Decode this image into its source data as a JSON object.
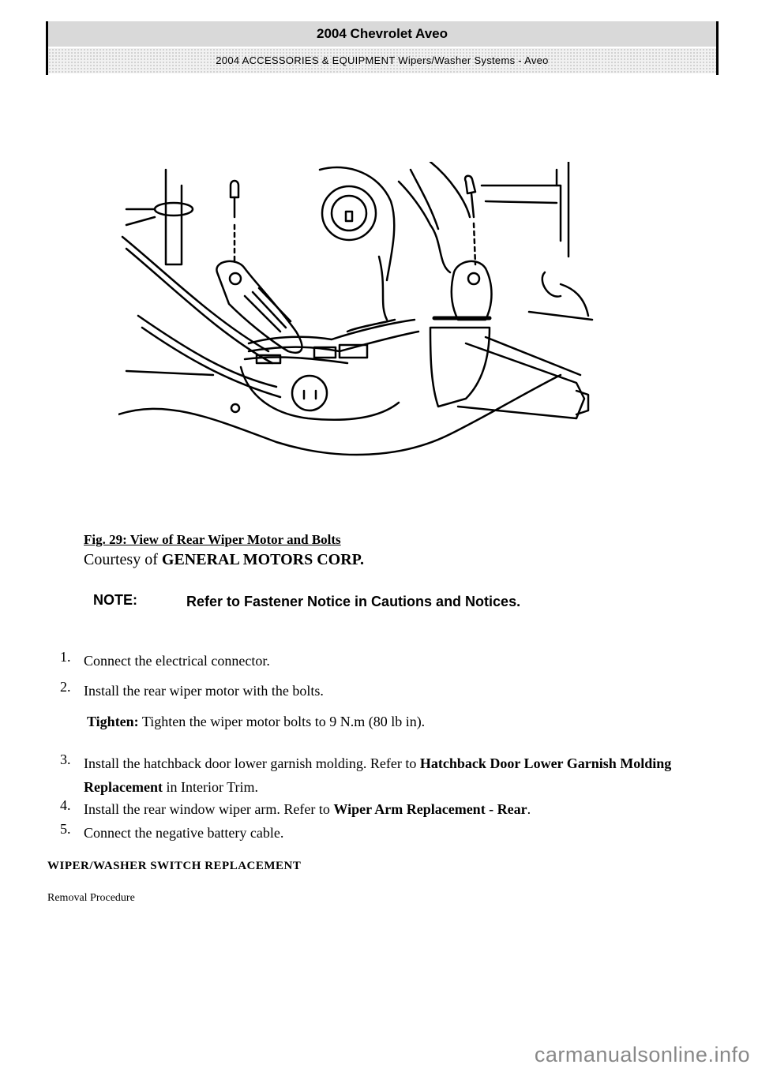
{
  "header": {
    "title": "2004 Chevrolet Aveo",
    "subtitle": "2004 ACCESSORIES & EQUIPMENT Wipers/Washer Systems - Aveo"
  },
  "figure": {
    "caption": "Fig. 29: View of Rear Wiper Motor and Bolts",
    "courtesy_prefix": "Courtesy of ",
    "courtesy_source": "GENERAL MOTORS CORP."
  },
  "note": {
    "label": "NOTE:",
    "text": "Refer to Fastener Notice in Cautions and Notices."
  },
  "steps": [
    {
      "num": "1.",
      "text": "Connect the electrical connector."
    },
    {
      "num": "2.",
      "text": "Install the rear wiper motor with the bolts."
    },
    {
      "num": "3.",
      "pre": "Install the hatchback door lower garnish molding. Refer to ",
      "link": "Hatchback Door Lower Garnish Molding Replacement",
      "post": " in Interior Trim."
    },
    {
      "num": "4.",
      "pre": "Install the rear window wiper arm. Refer to ",
      "link": "Wiper Arm Replacement - Rear",
      "post": "."
    },
    {
      "num": "5.",
      "text": "Connect the negative battery cable."
    }
  ],
  "tighten": {
    "label": "Tighten:",
    "text": " Tighten the wiper motor bolts to 9 N.m (80 lb in)."
  },
  "section_title": "WIPER/WASHER SWITCH REPLACEMENT",
  "subsection": "Removal Procedure",
  "watermark": "carmanualsonline.info"
}
